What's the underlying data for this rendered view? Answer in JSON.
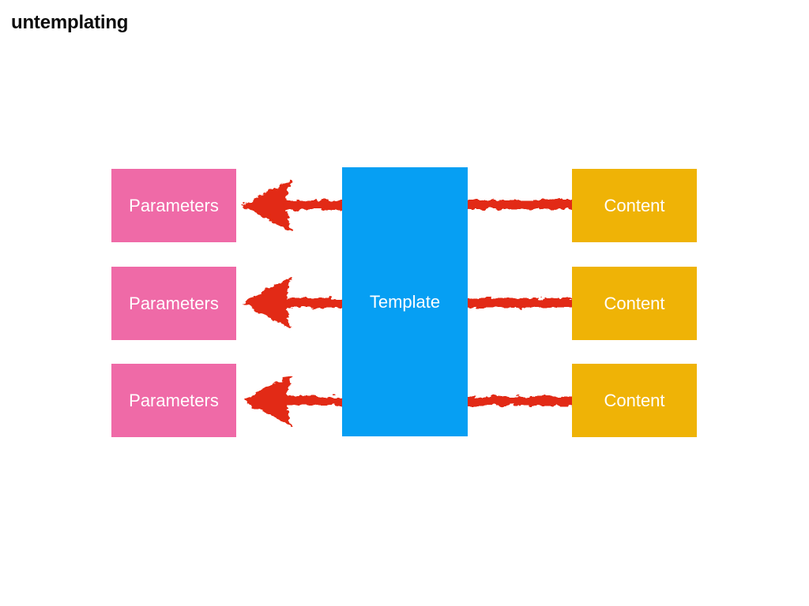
{
  "page": {
    "title": "untemplating"
  },
  "colors": {
    "background": "#ffffff",
    "title_text": "#0d0d0d",
    "box_text": "#ffffff",
    "pink": "#ef6aa7",
    "blue": "#069ff3",
    "yellow": "#efb306",
    "red": "#e22a12"
  },
  "diagram": {
    "template": {
      "label": "Template"
    },
    "rows": [
      {
        "parameter": {
          "label": "Parameters"
        },
        "content": {
          "label": "Content"
        }
      },
      {
        "parameter": {
          "label": "Parameters"
        },
        "content": {
          "label": "Content"
        }
      },
      {
        "parameter": {
          "label": "Parameters"
        },
        "content": {
          "label": "Content"
        }
      }
    ],
    "arrows": {
      "style": "hand-drawn-crayon",
      "direction": "content-to-template-to-parameters"
    }
  }
}
